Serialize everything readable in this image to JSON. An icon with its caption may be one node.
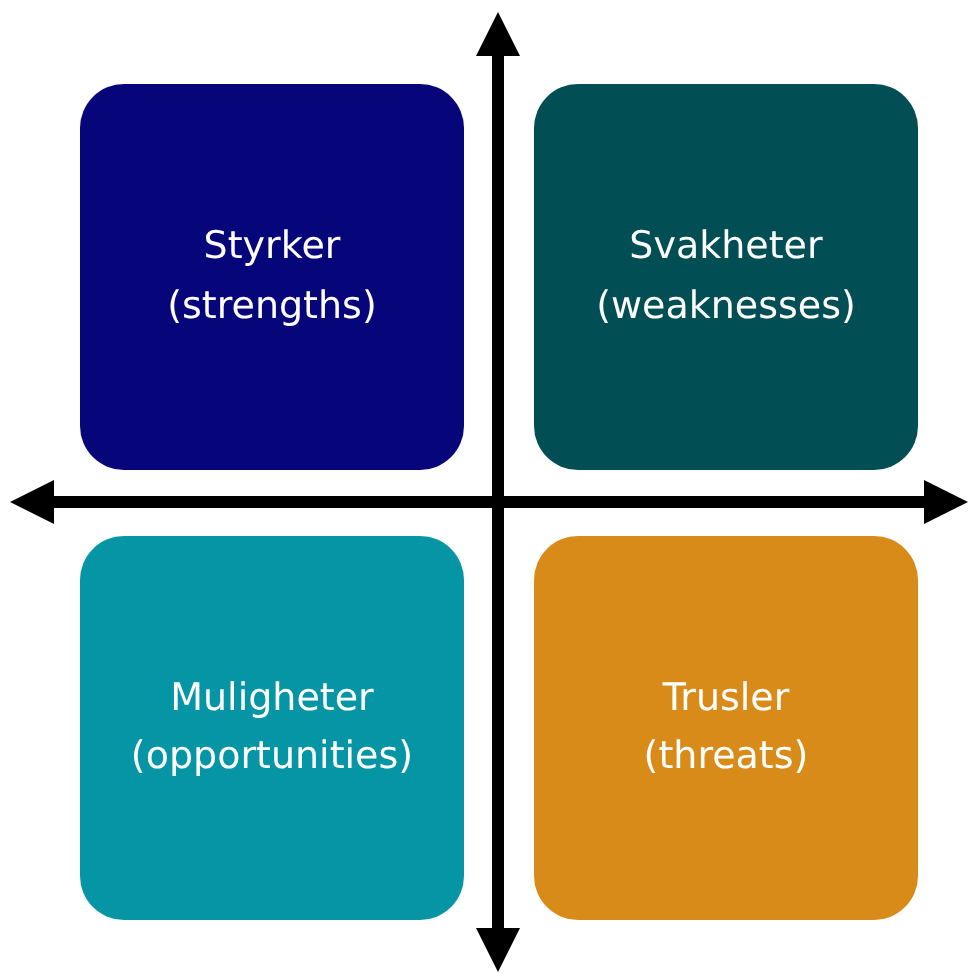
{
  "diagram": {
    "nodes": [
      {
        "text": [
          "Styrker",
          "(strengths)"
        ]
      },
      {
        "text": [
          "Svakheter",
          "(weaknesses)"
        ]
      },
      {
        "text": [
          "Muligheter",
          "(opportunities)"
        ]
      },
      {
        "text": [
          "Trusler",
          "(threats)"
        ]
      }
    ]
  }
}
